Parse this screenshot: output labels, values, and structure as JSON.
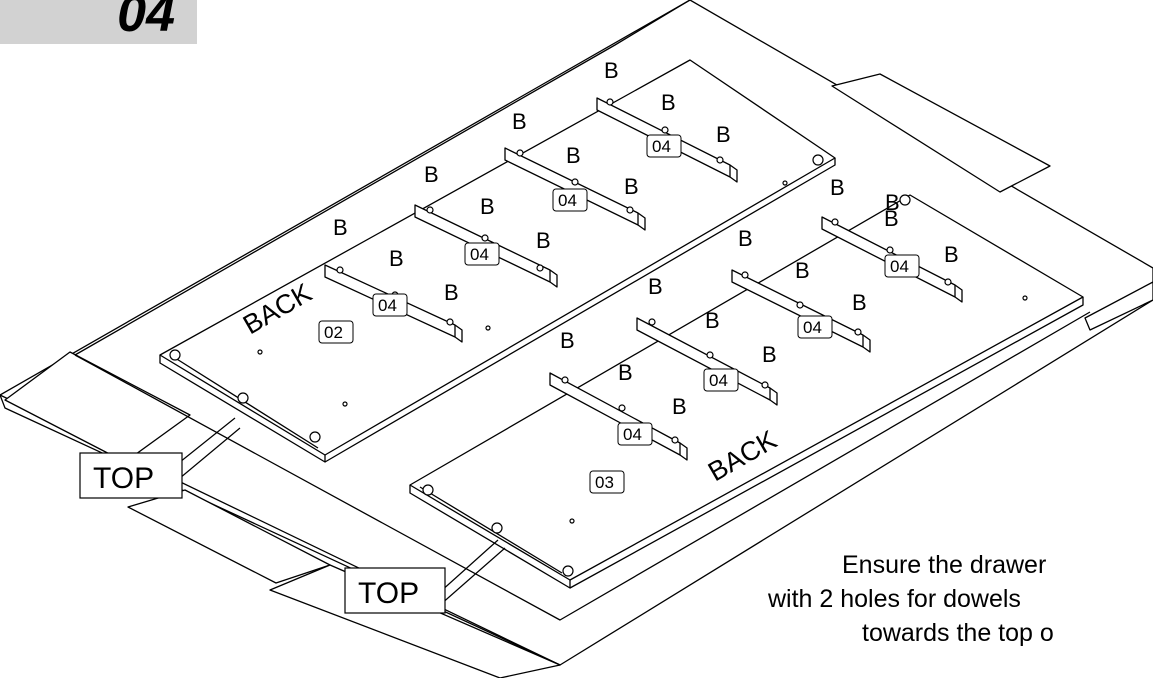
{
  "step": {
    "number": "04"
  },
  "panels": [
    {
      "id": "02",
      "back_label": "BACK",
      "top_label": "TOP"
    },
    {
      "id": "03",
      "back_label": "BACK",
      "top_label": "TOP"
    }
  ],
  "fastener_label": "B",
  "part_label": "04",
  "note": {
    "line1": "Ensure the drawer",
    "line2": "with 2 holes for dowels",
    "line3": "towards the top o"
  }
}
